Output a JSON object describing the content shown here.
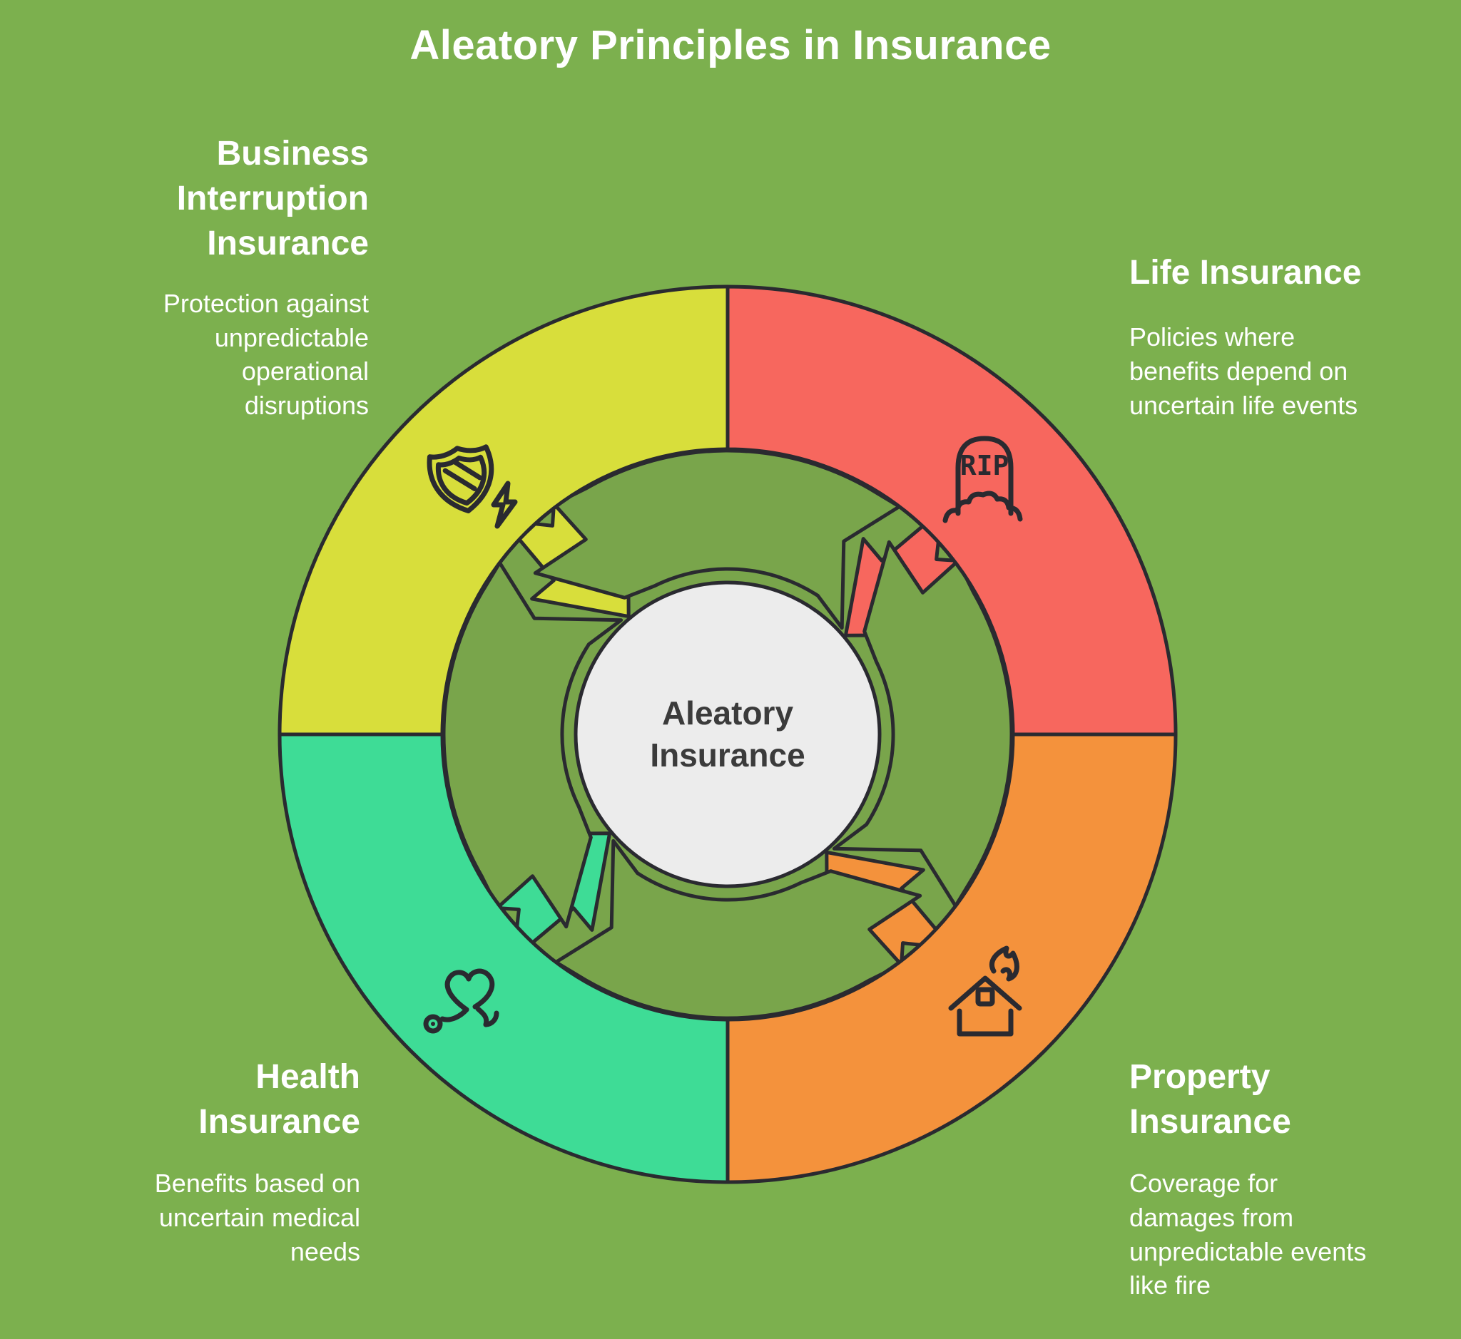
{
  "title": "Aleatory Principles in Insurance",
  "center": {
    "label": "Aleatory\nInsurance"
  },
  "quadrants": [
    {
      "name": "business-interruption-insurance",
      "heading": "Business\nInterruption\nInsurance",
      "description": "Protection against\nunpredictable\noperational\ndisruptions",
      "color": "#d8de3b",
      "icon": "shield-lightning-icon",
      "position": "top-left"
    },
    {
      "name": "life-insurance",
      "heading": "Life Insurance",
      "description": "Policies where\nbenefits depend on\nuncertain life events",
      "color": "#f7675e",
      "icon": "rip-tombstone-icon",
      "position": "top-right"
    },
    {
      "name": "property-insurance",
      "heading": "Property\nInsurance",
      "description": "Coverage for\ndamages from\nunpredictable events\nlike fire",
      "color": "#f4923c",
      "icon": "burning-house-icon",
      "position": "bottom-right"
    },
    {
      "name": "health-insurance",
      "heading": "Health\nInsurance",
      "description": "Benefits based on\nuncertain medical\nneeds",
      "color": "#3edc96",
      "icon": "heart-stethoscope-icon",
      "position": "bottom-left"
    }
  ],
  "colors": {
    "background": "#7cb04e",
    "arc_green": "#79a54b",
    "outline": "#2a2a30",
    "center_fill": "#ececec",
    "text_light": "#ffffff",
    "text_dark": "#3b3b3b"
  }
}
